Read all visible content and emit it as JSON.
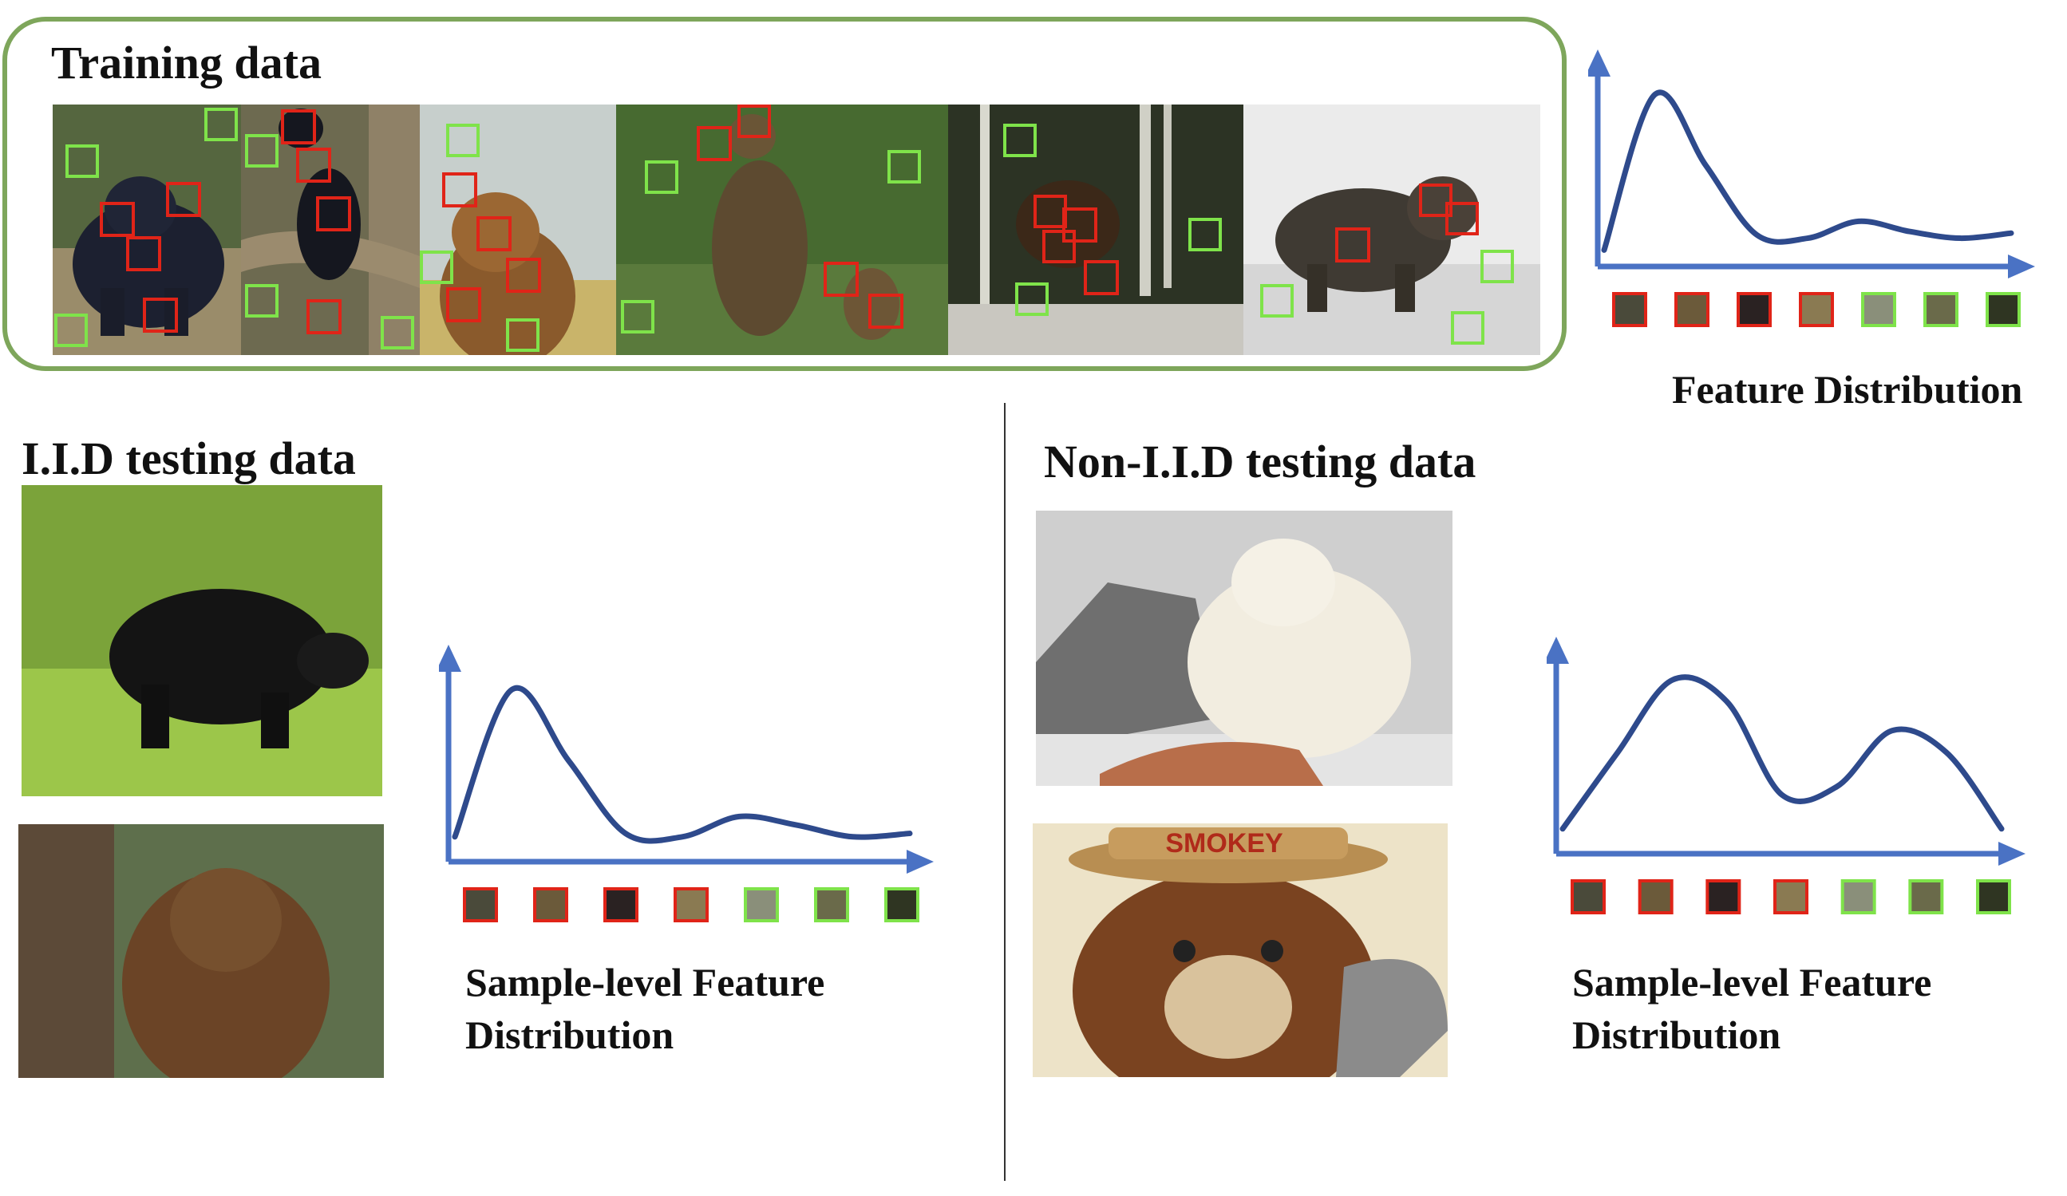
{
  "training": {
    "title": "Training data",
    "feature_caption": "Feature Distribution"
  },
  "iid": {
    "title": "I.I.D testing data",
    "caption_line1": "Sample-level Feature",
    "caption_line2": "Distribution"
  },
  "non_iid": {
    "title": "Non-I.I.D testing data",
    "caption_line1": "Sample-level Feature",
    "caption_line2": "Distribution"
  },
  "illustration": {
    "hat_text": "SMOKEY"
  },
  "colors": {
    "panel_border": "#7ea65b",
    "axis": "#4a72c4",
    "curve": "#2e4a8c",
    "red_box": "#e02418",
    "green_box": "#7fe34a"
  },
  "chart_data": [
    {
      "type": "line",
      "series": [
        {
          "values": [
            0.05,
            0.97,
            0.55,
            0.14,
            0.12,
            0.22,
            0.16,
            0.12,
            0.15
          ]
        }
      ],
      "x": [
        0,
        1,
        2,
        3,
        4,
        5,
        6,
        7,
        8
      ],
      "ylim": [
        0,
        1
      ],
      "feature_patches": [
        "red",
        "red",
        "red",
        "red",
        "green",
        "green",
        "green"
      ]
    },
    {
      "type": "line",
      "series": [
        {
          "values": [
            0.1,
            0.97,
            0.55,
            0.12,
            0.1,
            0.22,
            0.17,
            0.1,
            0.12
          ]
        }
      ],
      "x": [
        0,
        1,
        2,
        3,
        4,
        5,
        6,
        7,
        8
      ],
      "ylim": [
        0,
        1
      ],
      "feature_patches": [
        "red",
        "red",
        "red",
        "red",
        "green",
        "green",
        "green"
      ]
    },
    {
      "type": "line",
      "series": [
        {
          "values": [
            0.1,
            0.55,
            0.98,
            0.85,
            0.3,
            0.35,
            0.68,
            0.55,
            0.1
          ]
        }
      ],
      "x": [
        0,
        1,
        2,
        3,
        4,
        5,
        6,
        7,
        8
      ],
      "ylim": [
        0,
        1
      ],
      "feature_patches": [
        "red",
        "red",
        "red",
        "red",
        "green",
        "green",
        "green"
      ]
    }
  ]
}
